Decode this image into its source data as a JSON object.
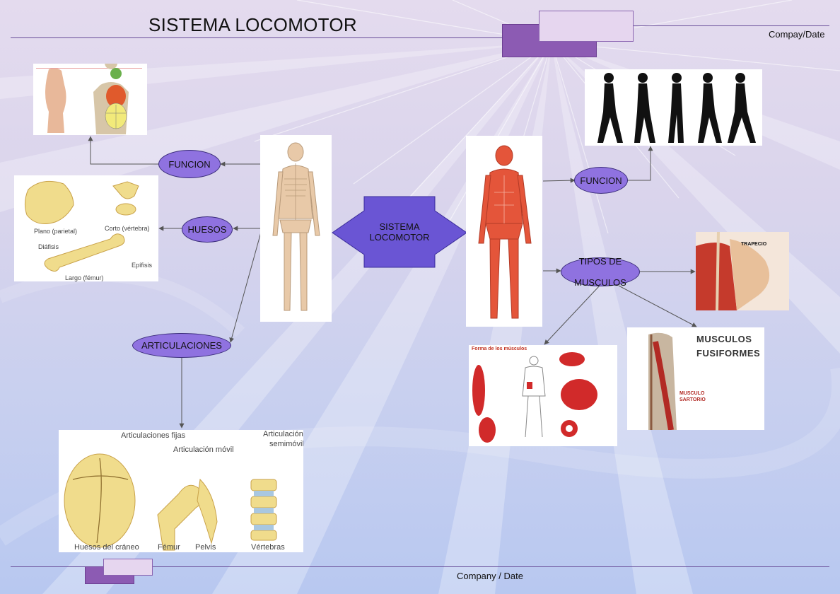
{
  "header": {
    "title": "SISTEMA LOCOMOTOR",
    "company_date": "Compay/Date"
  },
  "footer": {
    "company_date": "Company / Date"
  },
  "center": {
    "label_line1": "SISTEMA",
    "label_line2": "LOCOMOTOR"
  },
  "left_nodes": {
    "funcion": "FUNCION",
    "huesos": "HUESOS",
    "articulaciones": "ARTICULACIONES"
  },
  "right_nodes": {
    "funcion": "FUNCION",
    "tipos_line1": "TIPOS DE",
    "tipos_line2": "MUSCULOS"
  },
  "bones_image": {
    "plano": "Plano (parietal)",
    "corto": "Corto (vértebra)",
    "diafisis": "Diáfisis",
    "epifisis": "Epífisis",
    "largo": "Largo (fémur)"
  },
  "joints_image": {
    "fijas": "Articulaciones fijas",
    "movil": "Articulación móvil",
    "semimovil_1": "Articulación",
    "semimovil_2": "semimóvil",
    "craneo": "Huesos del cráneo",
    "femur": "Fémur",
    "pelvis": "Pelvis",
    "vertebras": "Vértebras"
  },
  "muscle_images": {
    "trapecio": "TRAPECIO",
    "fusiformes_1": "MUSCULOS",
    "fusiformes_2": "FUSIFORMES",
    "sartorio_1": "MUSCULO",
    "sartorio_2": "SARTORIO",
    "forma_title": "Forma de los músculos"
  },
  "colors": {
    "oval_fill": "#8f72e0",
    "arrow_fill": "#6a55d4",
    "accent_dark": "#8c5bb3"
  }
}
